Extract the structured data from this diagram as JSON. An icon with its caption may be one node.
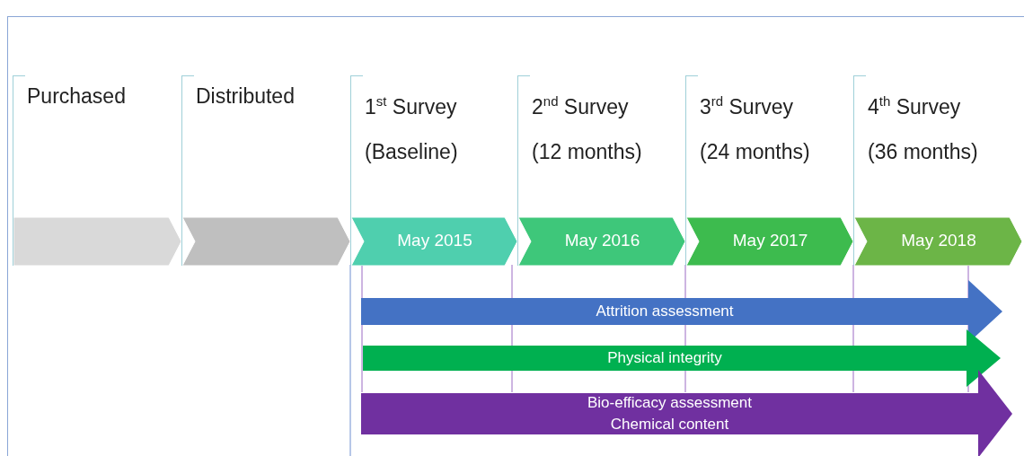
{
  "diagram": {
    "nodes": [
      {
        "text": [
          "Purchased"
        ]
      },
      {
        "text": [
          "Distributed"
        ]
      },
      {
        "text": [
          "1$^{st}$ Survey (Baseline)",
          "May 2015"
        ]
      },
      {
        "text": [
          "2$^{nd}$ Survey (12 months)",
          "May 2016"
        ]
      },
      {
        "text": [
          "3$^{rd}$ Survey (24 months)",
          "May 2017"
        ]
      },
      {
        "text": [
          "4$^{th}$ Survey (36 months)",
          "May 2018"
        ]
      },
      {
        "text": [
          "Attrition assessment"
        ]
      },
      {
        "text": [
          "Physical integrity"
        ]
      },
      {
        "text": [
          "Bio-efficacy assessment",
          "Chemical content"
        ]
      }
    ]
  }
}
